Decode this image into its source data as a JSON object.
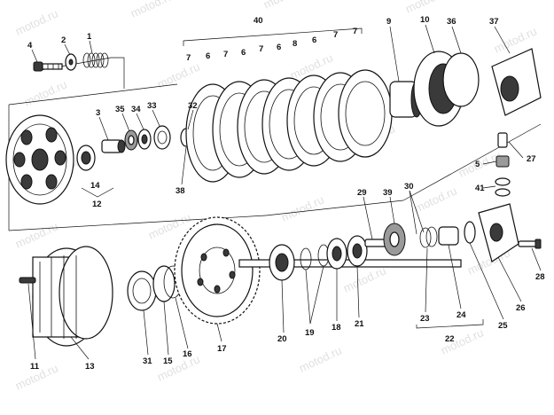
{
  "watermark": "motod.ru",
  "labels": [
    {
      "id": "1",
      "text": "1"
    },
    {
      "id": "2",
      "text": "2"
    },
    {
      "id": "3",
      "text": "3"
    },
    {
      "id": "4",
      "text": "4"
    },
    {
      "id": "5",
      "text": "5"
    },
    {
      "id": "6a",
      "text": "6"
    },
    {
      "id": "6b",
      "text": "6"
    },
    {
      "id": "6c",
      "text": "6"
    },
    {
      "id": "6d",
      "text": "6"
    },
    {
      "id": "7a",
      "text": "7"
    },
    {
      "id": "7b",
      "text": "7"
    },
    {
      "id": "7c",
      "text": "7"
    },
    {
      "id": "7d",
      "text": "7"
    },
    {
      "id": "7e",
      "text": "7"
    },
    {
      "id": "8",
      "text": "8"
    },
    {
      "id": "9",
      "text": "9"
    },
    {
      "id": "10",
      "text": "10"
    },
    {
      "id": "11",
      "text": "11"
    },
    {
      "id": "12",
      "text": "12"
    },
    {
      "id": "13",
      "text": "13"
    },
    {
      "id": "14",
      "text": "14"
    },
    {
      "id": "15",
      "text": "15"
    },
    {
      "id": "16",
      "text": "16"
    },
    {
      "id": "17",
      "text": "17"
    },
    {
      "id": "18",
      "text": "18"
    },
    {
      "id": "19",
      "text": "19"
    },
    {
      "id": "20",
      "text": "20"
    },
    {
      "id": "21",
      "text": "21"
    },
    {
      "id": "22",
      "text": "22"
    },
    {
      "id": "23",
      "text": "23"
    },
    {
      "id": "24",
      "text": "24"
    },
    {
      "id": "25",
      "text": "25"
    },
    {
      "id": "26",
      "text": "26"
    },
    {
      "id": "27",
      "text": "27"
    },
    {
      "id": "28",
      "text": "28"
    },
    {
      "id": "29",
      "text": "29"
    },
    {
      "id": "30",
      "text": "30"
    },
    {
      "id": "31",
      "text": "31"
    },
    {
      "id": "32",
      "text": "32"
    },
    {
      "id": "33",
      "text": "33"
    },
    {
      "id": "34",
      "text": "34"
    },
    {
      "id": "35",
      "text": "35"
    },
    {
      "id": "36",
      "text": "36"
    },
    {
      "id": "37",
      "text": "37"
    },
    {
      "id": "38",
      "text": "38"
    },
    {
      "id": "39",
      "text": "39"
    },
    {
      "id": "40",
      "text": "40"
    },
    {
      "id": "41",
      "text": "41"
    }
  ]
}
